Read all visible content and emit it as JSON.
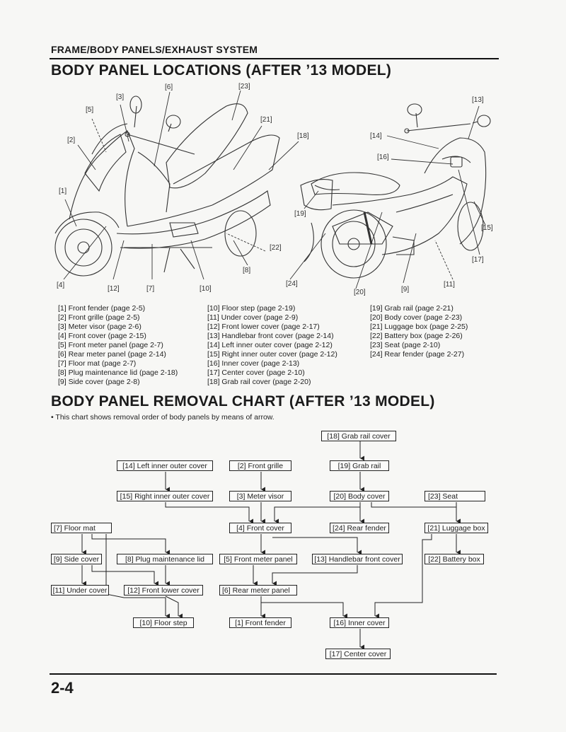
{
  "header": {
    "section": "FRAME/BODY PANELS/EXHAUST SYSTEM",
    "title1": "BODY PANEL LOCATIONS (AFTER ’13 MODEL)",
    "title2": "BODY PANEL REMOVAL CHART (AFTER ’13 MODEL)"
  },
  "callouts": {
    "c1": "[1]",
    "c2": "[2]",
    "c3": "[3]",
    "c4": "[4]",
    "c5": "[5]",
    "c6": "[6]",
    "c7": "[7]",
    "c8": "[8]",
    "c9": "[9]",
    "c10": "[10]",
    "c11": "[11]",
    "c12": "[12]",
    "c13": "[13]",
    "c14": "[14]",
    "c15": "[15]",
    "c16": "[16]",
    "c17": "[17]",
    "c18": "[18]",
    "c19": "[19]",
    "c20": "[20]",
    "c21": "[21]",
    "c22": "[22]",
    "c23": "[23]",
    "c24": "[24]"
  },
  "legend": {
    "col1": [
      "[1] Front fender (page 2-5)",
      "[2] Front grille (page 2-5)",
      "[3] Meter visor (page 2-6)",
      "[4] Front cover (page 2-15)",
      "[5] Front meter panel (page 2-7)",
      "[6] Rear meter panel (page 2-14)",
      "[7] Floor mat (page 2-7)",
      "[8] Plug maintenance lid (page 2-18)",
      "[9] Side cover (page 2-8)"
    ],
    "col2": [
      "[10] Floor step (page 2-19)",
      "[11] Under cover (page 2-9)",
      "[12] Front lower cover (page 2-17)",
      "[13] Handlebar front cover (page 2-14)",
      "[14] Left inner outer cover (page 2-12)",
      "[15] Right inner outer cover (page 2-12)",
      "[16] Inner cover (page 2-13)",
      "[17] Center cover (page 2-10)",
      "[18] Grab rail cover (page 2-20)"
    ],
    "col3": [
      "[19] Grab rail (page 2-21)",
      "[20] Body cover (page 2-23)",
      "[21] Luggage box (page 2-25)",
      "[22] Battery box (page 2-26)",
      "[23] Seat (page 2-10)",
      "[24] Rear fender (page 2-27)"
    ]
  },
  "note": "•  This chart shows removal order of body panels by means of arrow.",
  "chart": {
    "b18": "[18] Grab rail cover",
    "b14": "[14] Left inner outer cover",
    "b2": "[2] Front grille",
    "b19": "[19] Grab rail",
    "b15": "[15] Right inner outer cover",
    "b3": "[3] Meter visor",
    "b20": "[20] Body cover",
    "b23": "[23] Seat",
    "b7": "[7] Floor mat",
    "b4": "[4] Front cover",
    "b24": "[24] Rear fender",
    "b21": "[21] Luggage box",
    "b9": "[9] Side cover",
    "b8": "[8] Plug maintenance lid",
    "b5": "[5] Front meter panel",
    "b13": "[13] Handlebar front cover",
    "b22": "[22] Battery box",
    "b11": "[11] Under cover",
    "b12": "[12] Front lower cover",
    "b6": "[6] Rear meter panel",
    "b10": "[10] Floor step",
    "b1": "[1] Front fender",
    "b16": "[16] Inner cover",
    "b17": "[17] Center cover"
  },
  "footer": {
    "page": "2-4"
  }
}
